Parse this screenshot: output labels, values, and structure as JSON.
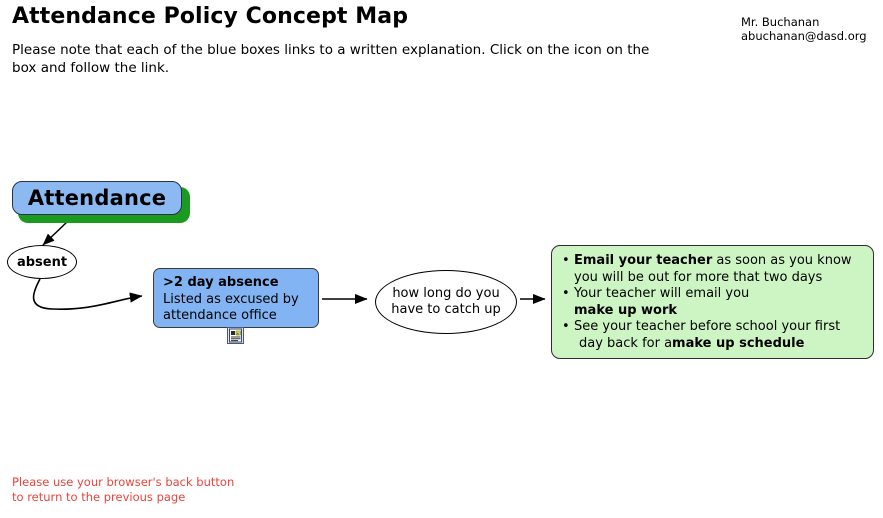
{
  "header": {
    "title": "Attendance Policy Concept Map",
    "intro": "Please note that each of the blue boxes links to a written explanation. Click on the icon on the box and follow the link.",
    "contact_name": "Mr. Buchanan",
    "contact_email": "abuchanan@dasd.org"
  },
  "diagram": {
    "attendance_node": {
      "label": "Attendance",
      "fill": "#8cb9f2",
      "shadow": "#1a9a1e"
    },
    "absent_node": {
      "label": "absent"
    },
    "absence_node": {
      "title": ">2 day absence",
      "line2": "Listed as excused by",
      "line3": "attendance office",
      "icon": "document-link-icon",
      "fill": "#82b4f4"
    },
    "howlong_node": {
      "line1": "how long do you",
      "line2": "have to catch up"
    },
    "actions_node": {
      "fill": "#cdf5c3",
      "bullet": "•",
      "items": [
        {
          "lead_bold": "Email your teacher",
          "rest": " as soon as you know",
          "line2": "you will be out for more that two days",
          "line2_bold": ""
        },
        {
          "lead_bold": "",
          "rest": "Your teacher will email you",
          "line2": "",
          "line2_bold": "make up work"
        },
        {
          "lead_bold": "",
          "rest": "See your teacher before school your first",
          "line2": "day back for a ",
          "line2_bold": "make up schedule"
        }
      ]
    }
  },
  "footer": {
    "line1": "Please use your browser's back button",
    "line2": "to return to the previous page",
    "color": "#e8443c"
  }
}
